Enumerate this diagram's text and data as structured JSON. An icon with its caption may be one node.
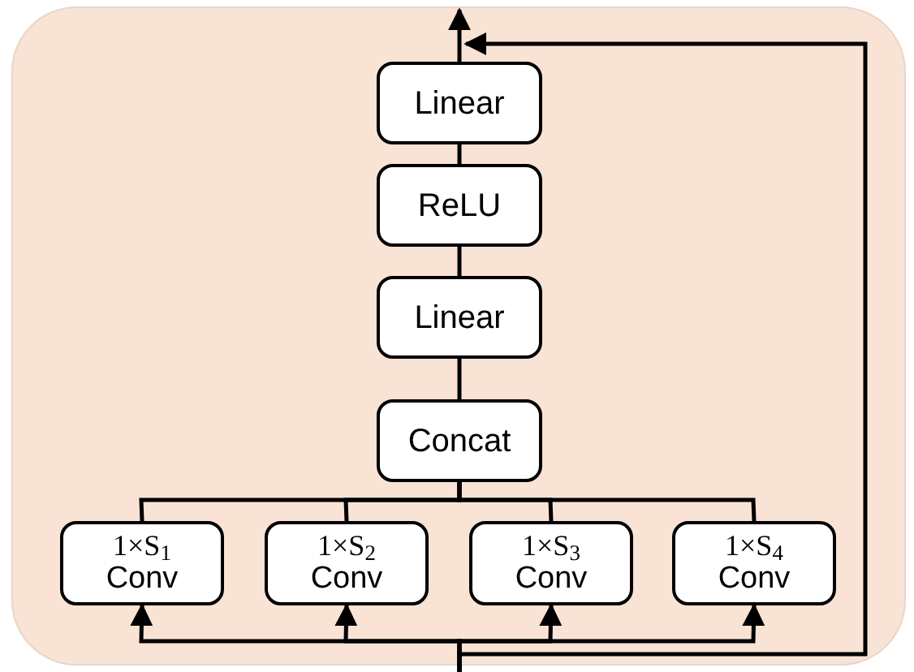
{
  "diagram": {
    "nodes": [
      {
        "text": [
          "Linear"
        ]
      },
      {
        "text": [
          "ReLU"
        ]
      },
      {
        "text": [
          "Linear"
        ]
      },
      {
        "text": [
          "Concat"
        ]
      },
      {
        "text": [
          "1×S$_{1}$",
          "Conv"
        ]
      },
      {
        "text": [
          "1×S$_{2}$",
          "Conv"
        ]
      },
      {
        "text": [
          "1×S$_{3}$",
          "Conv"
        ]
      },
      {
        "text": [
          "1×S$_{4}$",
          "Conv"
        ]
      }
    ],
    "edges": [
      {
        "from": 0,
        "to": null,
        "arrow": "to"
      },
      {
        "from": 1,
        "to": 0,
        "arrow": "none"
      },
      {
        "from": 2,
        "to": 1,
        "arrow": "none"
      },
      {
        "from": 3,
        "to": 2,
        "arrow": "none"
      },
      {
        "from": 4,
        "to": 3,
        "arrow": "none"
      },
      {
        "from": 5,
        "to": 3,
        "arrow": "none"
      },
      {
        "from": 6,
        "to": 3,
        "arrow": "none"
      },
      {
        "from": 7,
        "to": 3,
        "arrow": "none"
      },
      {
        "from": null,
        "to": 4,
        "arrow": "to"
      },
      {
        "from": null,
        "to": 5,
        "arrow": "to"
      },
      {
        "from": null,
        "to": 6,
        "arrow": "to"
      },
      {
        "from": null,
        "to": 7,
        "arrow": "to"
      },
      {
        "from": null,
        "to": 0,
        "arrow": "to"
      }
    ]
  }
}
